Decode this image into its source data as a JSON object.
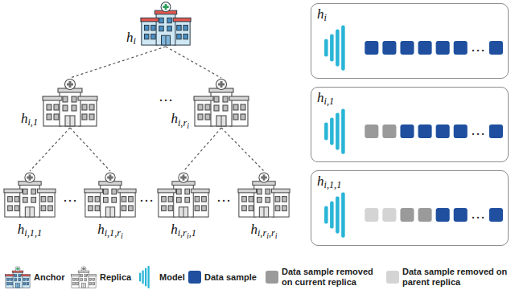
{
  "diagram": {
    "nodes": [
      {
        "text": [
          "hi"
        ]
      },
      {
        "text": [
          "hi,1"
        ]
      },
      {
        "text": [
          "hi,ri"
        ]
      },
      {
        "text": [
          "hi,1,1"
        ]
      },
      {
        "text": [
          "hi,1,ri"
        ]
      },
      {
        "text": [
          "hi,ri,1"
        ]
      },
      {
        "text": [
          "hi,ri,ri"
        ]
      },
      {
        "text": [
          "hi"
        ]
      },
      {
        "text": [
          "hi,1"
        ]
      },
      {
        "text": [
          "hi,1,1"
        ]
      }
    ],
    "edges": [
      {
        "from": 0,
        "to": 1,
        "arrow": "none"
      },
      {
        "from": 0,
        "to": 2,
        "arrow": "none"
      },
      {
        "from": 1,
        "to": 3,
        "arrow": "none"
      },
      {
        "from": 1,
        "to": 4,
        "arrow": "none"
      },
      {
        "from": 2,
        "to": 5,
        "arrow": "none"
      },
      {
        "from": 2,
        "to": 6,
        "arrow": "none"
      }
    ],
    "labels": [
      "…",
      "…",
      "…",
      "…",
      "…",
      "…",
      "…"
    ],
    "legend": [
      {
        "text": "Anchor"
      },
      {
        "text": "Replica"
      },
      {
        "text": "Model"
      },
      {
        "text": "Data sample",
        "color": "#1f4f9e"
      },
      {
        "text": "Data sample removed on current replica",
        "color": "#9a9a9a"
      },
      {
        "text": "Data sample removed on parent replica",
        "color": "#d4d4d4"
      }
    ]
  }
}
